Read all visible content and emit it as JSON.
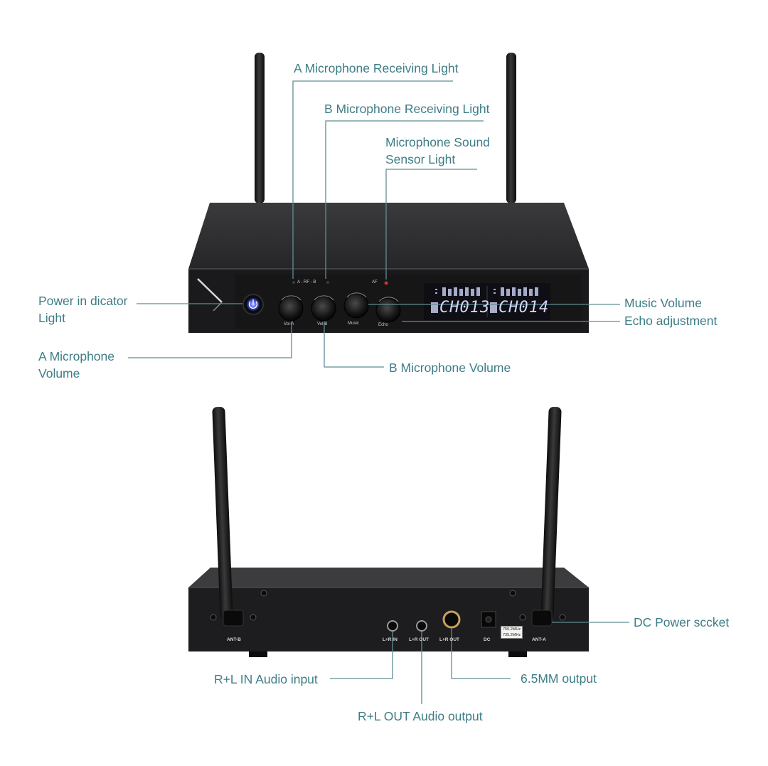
{
  "front_callouts": {
    "a_receiving_light": "A Microphone Receiving Light",
    "b_receiving_light": "B Microphone Receiving Light",
    "sound_sensor_light": "Microphone Sound Sensor Light",
    "power_indicator": "Power in dicator Light",
    "music_volume": "Music Volume",
    "echo_adjustment": "Echo adjustment",
    "a_volume": "A Microphone Volume",
    "b_volume": "B Microphone Volume"
  },
  "front_panel": {
    "rf_label": "A - RF - B",
    "af_label": "AF",
    "knob_labels": [
      "Vol-A",
      "Vol-B",
      "Music",
      "Echo"
    ],
    "display_a": "CH013",
    "display_b": "CH014"
  },
  "rear_callouts": {
    "dc_socket": "DC Power sccket",
    "in_input": "R+L IN Audio input",
    "out_output": "R+L OUT Audio output",
    "mm_output": "6.5MM output"
  },
  "rear_panel": {
    "ant_b": "ANT-B",
    "ant_a": "ANT-A",
    "in_port": "L+R IN",
    "out_port": "L+R OUT",
    "mm_port": "L+R OUT",
    "dc_port": "DC",
    "freq_a": "750.2MHz",
    "freq_b": "735.2MHz"
  },
  "colors": {
    "callout_text": "#3e7d86",
    "leader_line": "#5f8d94",
    "device_body": "#1c1c1e",
    "lcd_text": "#cfd6f4",
    "power_led": "#5b6cff"
  }
}
